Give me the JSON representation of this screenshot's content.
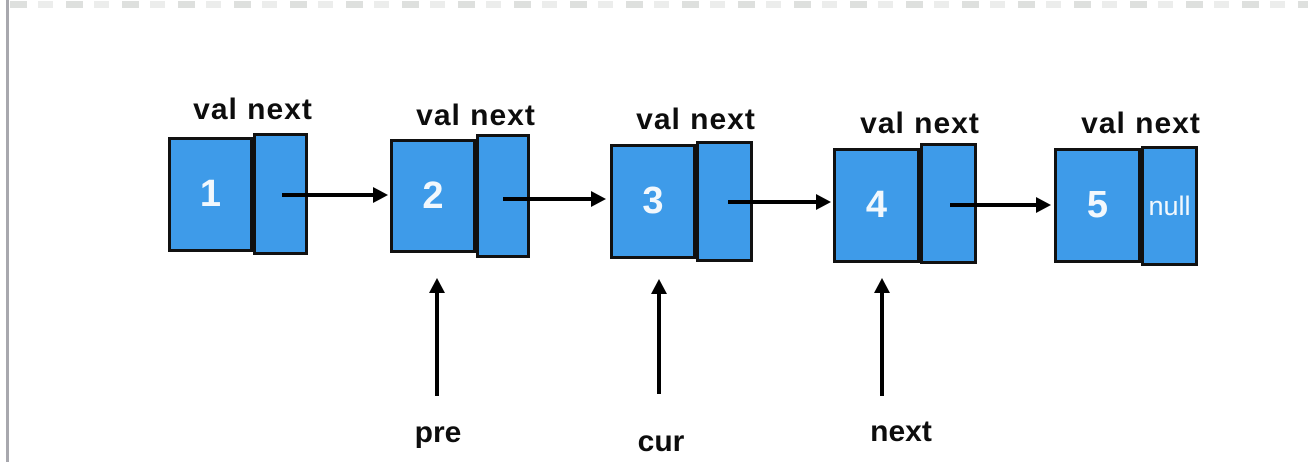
{
  "diagram": {
    "field_header": "val next",
    "nodes": [
      {
        "val": "1",
        "next_text": ""
      },
      {
        "val": "2",
        "next_text": ""
      },
      {
        "val": "3",
        "next_text": ""
      },
      {
        "val": "4",
        "next_text": ""
      },
      {
        "val": "5",
        "next_text": "null"
      }
    ],
    "pointers": [
      {
        "label": "pre",
        "points_to_node_val": "2"
      },
      {
        "label": "cur",
        "points_to_node_val": "3"
      },
      {
        "label": "next",
        "points_to_node_val": "4"
      }
    ],
    "colors": {
      "node_fill": "#3E9BE9",
      "node_border": "#111111",
      "arrow": "#000000",
      "header_text": "#0D0D0D",
      "value_text": "#F2F8FD"
    }
  }
}
